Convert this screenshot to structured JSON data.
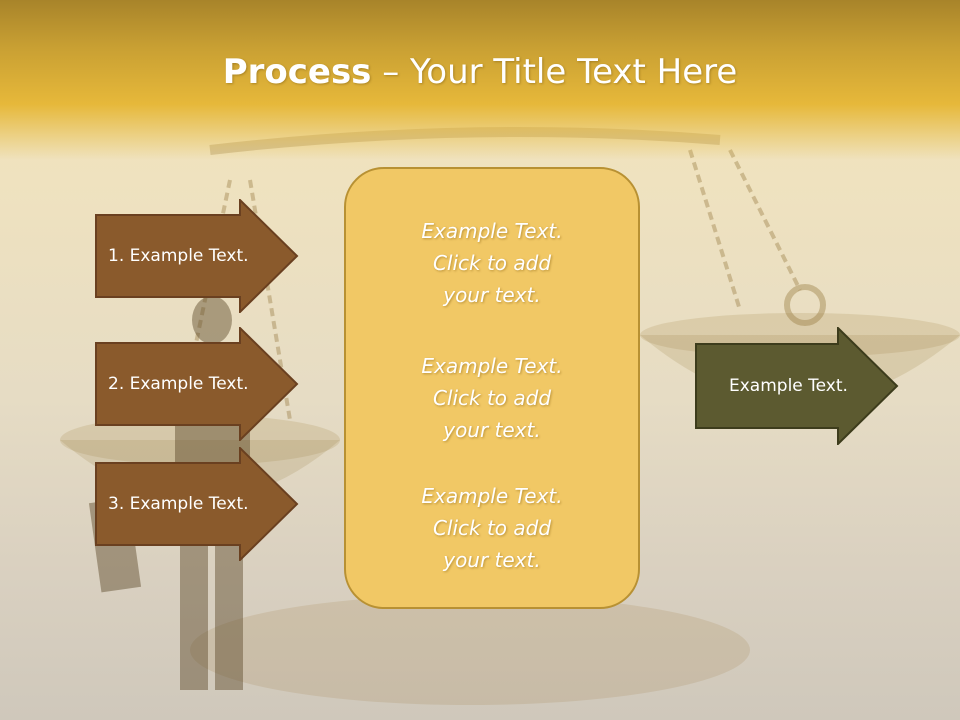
{
  "title": {
    "bold": "Process",
    "rest": " – Your Title Text Here"
  },
  "left_arrows": [
    {
      "label": "1. Example Text."
    },
    {
      "label": "2. Example Text."
    },
    {
      "label": "3. Example Text."
    }
  ],
  "center_box": {
    "paragraphs": [
      {
        "line1": "Example Text.",
        "line2": "Click  to add",
        "line3": "your text."
      },
      {
        "line1": "Example Text.",
        "line2": "Click  to add",
        "line3": "your text."
      },
      {
        "line1": "Example Text.",
        "line2": "Click  to add",
        "line3": "your text."
      }
    ]
  },
  "right_arrow": {
    "label": "Example Text."
  },
  "colors": {
    "title_band": "#e6b83a",
    "left_arrow_fill": "#8a5a2c",
    "right_arrow_fill": "#5c5a30",
    "center_box_fill": "#f1c865",
    "text": "#ffffff"
  }
}
